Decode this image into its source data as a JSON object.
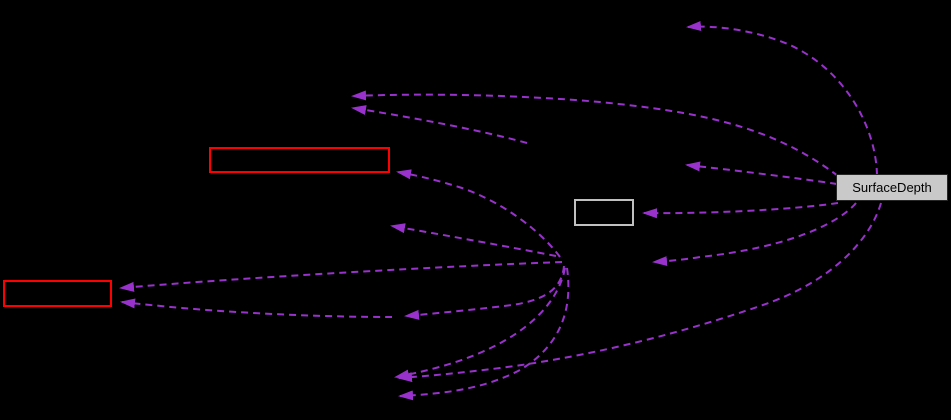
{
  "diagram": {
    "type": "collaboration-graph",
    "background_color": "#000000",
    "edge_color": "#9932cc",
    "edge_style": "dashed",
    "nodes": [
      {
        "id": "surface-depth",
        "label": "SurfaceDepth",
        "fill": "#c9c9c9",
        "border": "#262626",
        "text_color": "#000000",
        "role": "current-node"
      },
      {
        "id": "red-node-top",
        "label": "",
        "fill": "transparent",
        "border": "#ff0000",
        "role": "related-node"
      },
      {
        "id": "red-node-left",
        "label": "",
        "fill": "transparent",
        "border": "#ff0000",
        "role": "related-node"
      },
      {
        "id": "gray-node-center",
        "label": "",
        "fill": "transparent",
        "border": "#c0c0c0",
        "role": "related-node"
      }
    ],
    "edge_count": 14,
    "arrow_direction": "pointing-left-toward-dependencies"
  }
}
